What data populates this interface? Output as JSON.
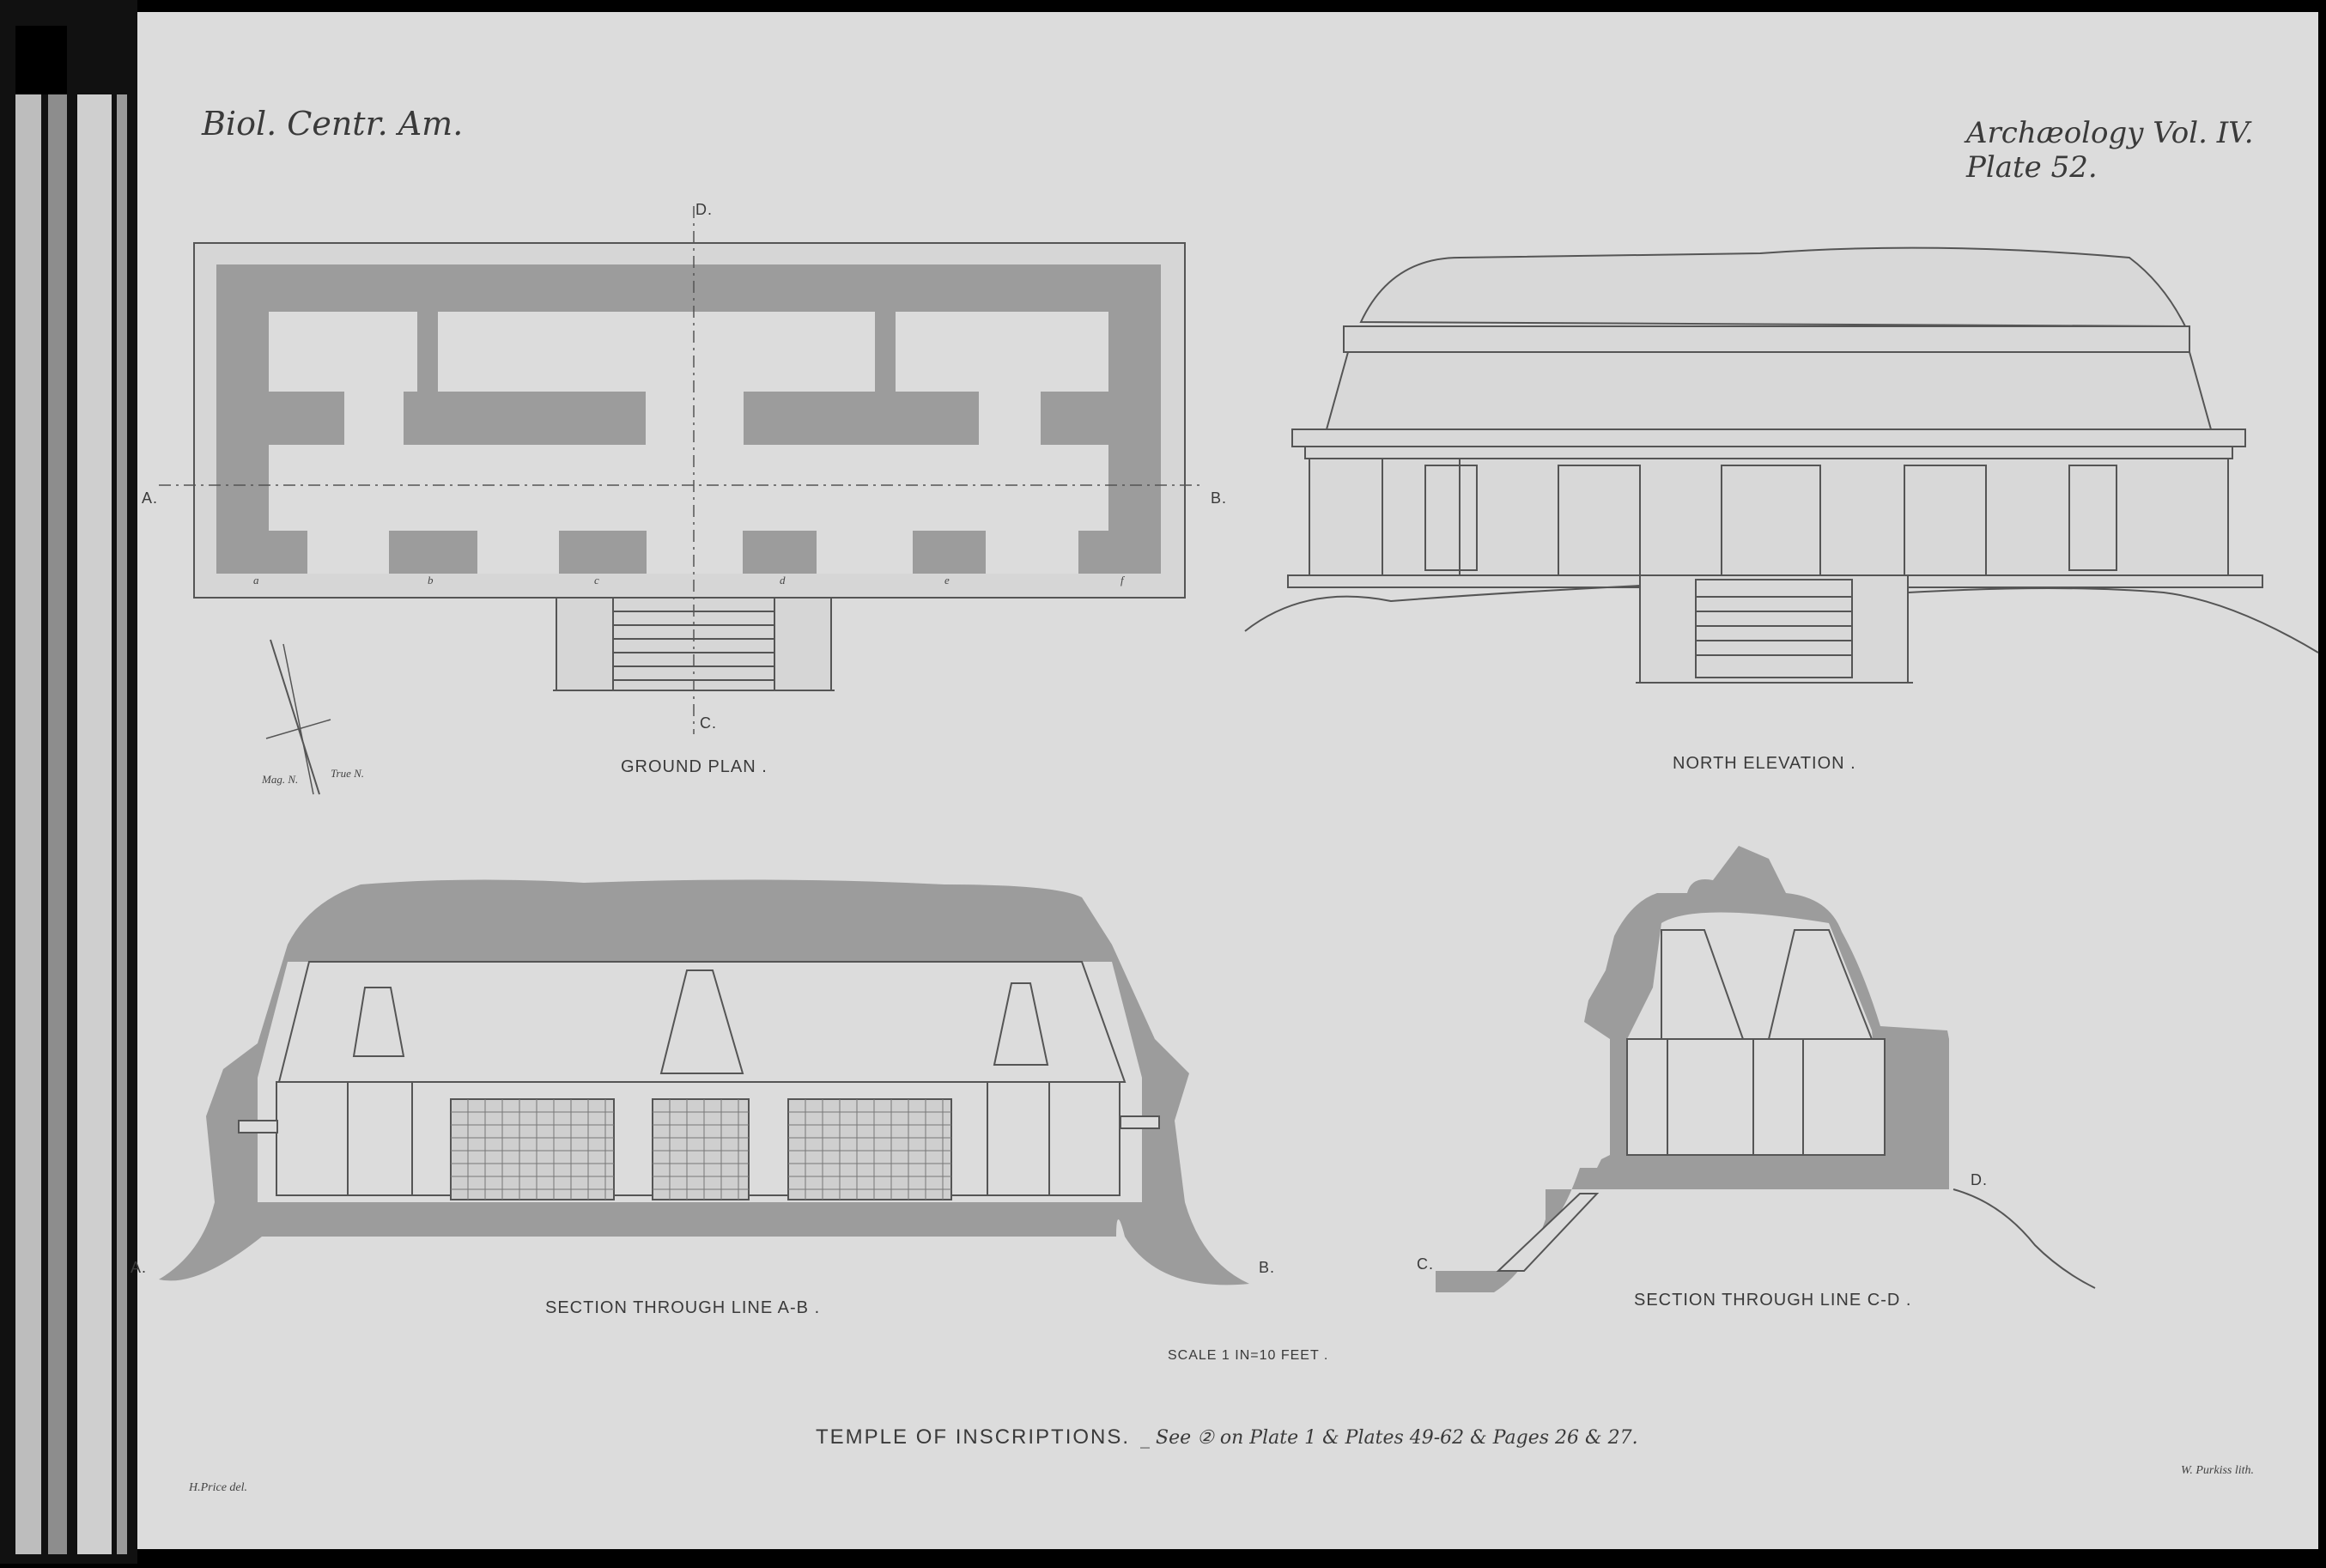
{
  "header": {
    "left": "Biol. Centr. Am.",
    "right": "Archæology Vol. IV. Plate 52."
  },
  "plan": {
    "title": "GROUND PLAN .",
    "line_labels": {
      "a_left": "A.",
      "b_right": "B.",
      "d_top": "D.",
      "c_bottom": "C."
    },
    "pillar_labels": [
      "a",
      "b",
      "c",
      "d",
      "e",
      "f"
    ],
    "compass": {
      "mag": "Mag. N.",
      "true": "True N."
    }
  },
  "elevation": {
    "title": "NORTH ELEVATION ."
  },
  "section_ab": {
    "title": "SECTION THROUGH LINE A-B .",
    "left": "A.",
    "right": "B."
  },
  "section_cd": {
    "title": "SECTION THROUGH LINE C-D .",
    "left": "C.",
    "right": "D."
  },
  "scale": "SCALE 1 IN=10 FEET .",
  "footer": {
    "title_main": "TEMPLE OF INSCRIPTIONS.",
    "title_ref": "_ See ② on Plate 1 & Plates 49-62 & Pages 26 & 27.",
    "credit_left": "H.Price del.",
    "credit_right": "W. Purkiss lith."
  },
  "colors": {
    "paper": "#dcdcdc",
    "fill": "#9c9c9c",
    "line": "#555555",
    "frame": "#000000"
  }
}
